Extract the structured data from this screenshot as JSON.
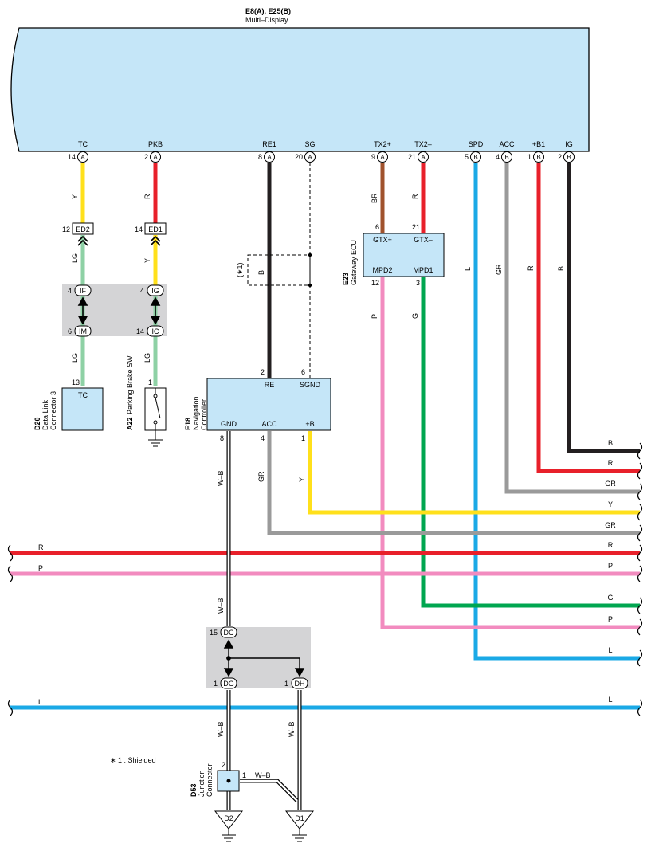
{
  "header": {
    "code": "E8(A), E25(B)",
    "name": "Multi–Display"
  },
  "display_pins": [
    {
      "signal": "TC",
      "pin": "14",
      "conn": "A",
      "color": "#FFE01B"
    },
    {
      "signal": "PKB",
      "pin": "2",
      "conn": "A",
      "color": "#E8202A"
    },
    {
      "signal": "RE1",
      "pin": "8",
      "conn": "A",
      "color": "#231F20"
    },
    {
      "signal": "SG",
      "pin": "20",
      "conn": "A",
      "color": "#231F20"
    },
    {
      "signal": "TX2+",
      "pin": "9",
      "conn": "A",
      "color": "#A0522D"
    },
    {
      "signal": "TX2–",
      "pin": "21",
      "conn": "A",
      "color": "#E8202A"
    },
    {
      "signal": "SPD",
      "pin": "5",
      "conn": "B",
      "color": "#1AA9E6"
    },
    {
      "signal": "ACC",
      "pin": "4",
      "conn": "B",
      "color": "#9A9A9A"
    },
    {
      "signal": "+B1",
      "pin": "1",
      "conn": "B",
      "color": "#E8202A"
    },
    {
      "signal": "IG",
      "pin": "2",
      "conn": "B",
      "color": "#231F20"
    }
  ],
  "wire_labels": {
    "tc_y": "Y",
    "tc_lg1": "LG",
    "tc_lg2": "LG",
    "pkb_r": "R",
    "pkb_y": "Y",
    "pkb_lg": "LG",
    "re_b": "B",
    "shield_mark": "(∗1)",
    "tx_br": "BR",
    "tx_r": "R",
    "mpd2_p": "P",
    "mpd1_g": "G",
    "spd_l": "L",
    "acc_gr": "GR",
    "b1_r": "R",
    "ig_b": "B",
    "gnd_wb1": "W–B",
    "gnd_wb2": "W–B",
    "nav_acc_gr": "GR",
    "nav_b_y": "Y",
    "dg_wb": "W–B",
    "dh_wb": "W–B",
    "j_wb": "W–B"
  },
  "right_edge_labels": [
    "B",
    "R",
    "GR",
    "Y",
    "GR",
    "R",
    "P",
    "G",
    "P",
    "L",
    "L"
  ],
  "left_bus": {
    "r": "R",
    "p": "P",
    "l": "L"
  },
  "connectors": {
    "ed2": {
      "code": "ED2",
      "pin": "12"
    },
    "ed1": {
      "code": "ED1",
      "pin": "14"
    },
    "if": {
      "code": "IF",
      "pin": "4"
    },
    "im": {
      "code": "IM",
      "pin": "6"
    },
    "ig": {
      "code": "IG",
      "pin": "4"
    },
    "ic": {
      "code": "IC",
      "pin": "14"
    },
    "dc": {
      "code": "DC",
      "pin": "15"
    },
    "dg": {
      "code": "DG",
      "pin": "1"
    },
    "dh": {
      "code": "DH",
      "pin": "1"
    }
  },
  "components": {
    "d20": {
      "code": "D20",
      "name1": "Data Link",
      "name2": "Connector 3",
      "label": "TC",
      "pin": "13"
    },
    "a22": {
      "code": "A22",
      "name": "Parking Brake SW",
      "pin": "1"
    },
    "e18": {
      "code": "E18",
      "name1": "Navigation",
      "name2": "Controller",
      "re": "RE",
      "sgnd": "SGND",
      "gnd": "GND",
      "acc": "ACC",
      "b": "+B",
      "pin_re": "2",
      "pin_sgnd": "6",
      "pin_gnd": "8",
      "pin_acc": "4",
      "pin_b": "1"
    },
    "e23": {
      "code": "E23",
      "name": "Gateway ECU",
      "gtxp": "GTX+",
      "gtxm": "GTX–",
      "mpd2": "MPD2",
      "mpd1": "MPD1",
      "pin_gtxp": "6",
      "pin_gtxm": "21",
      "pin_mpd2": "12",
      "pin_mpd1": "3"
    },
    "d53": {
      "code": "D53",
      "name1": "Junction",
      "name2": "Connector",
      "pin2": "2",
      "pin1": "1"
    }
  },
  "grounds": {
    "d2": "D2",
    "d1": "D1"
  },
  "note": "∗ 1 : Shielded"
}
